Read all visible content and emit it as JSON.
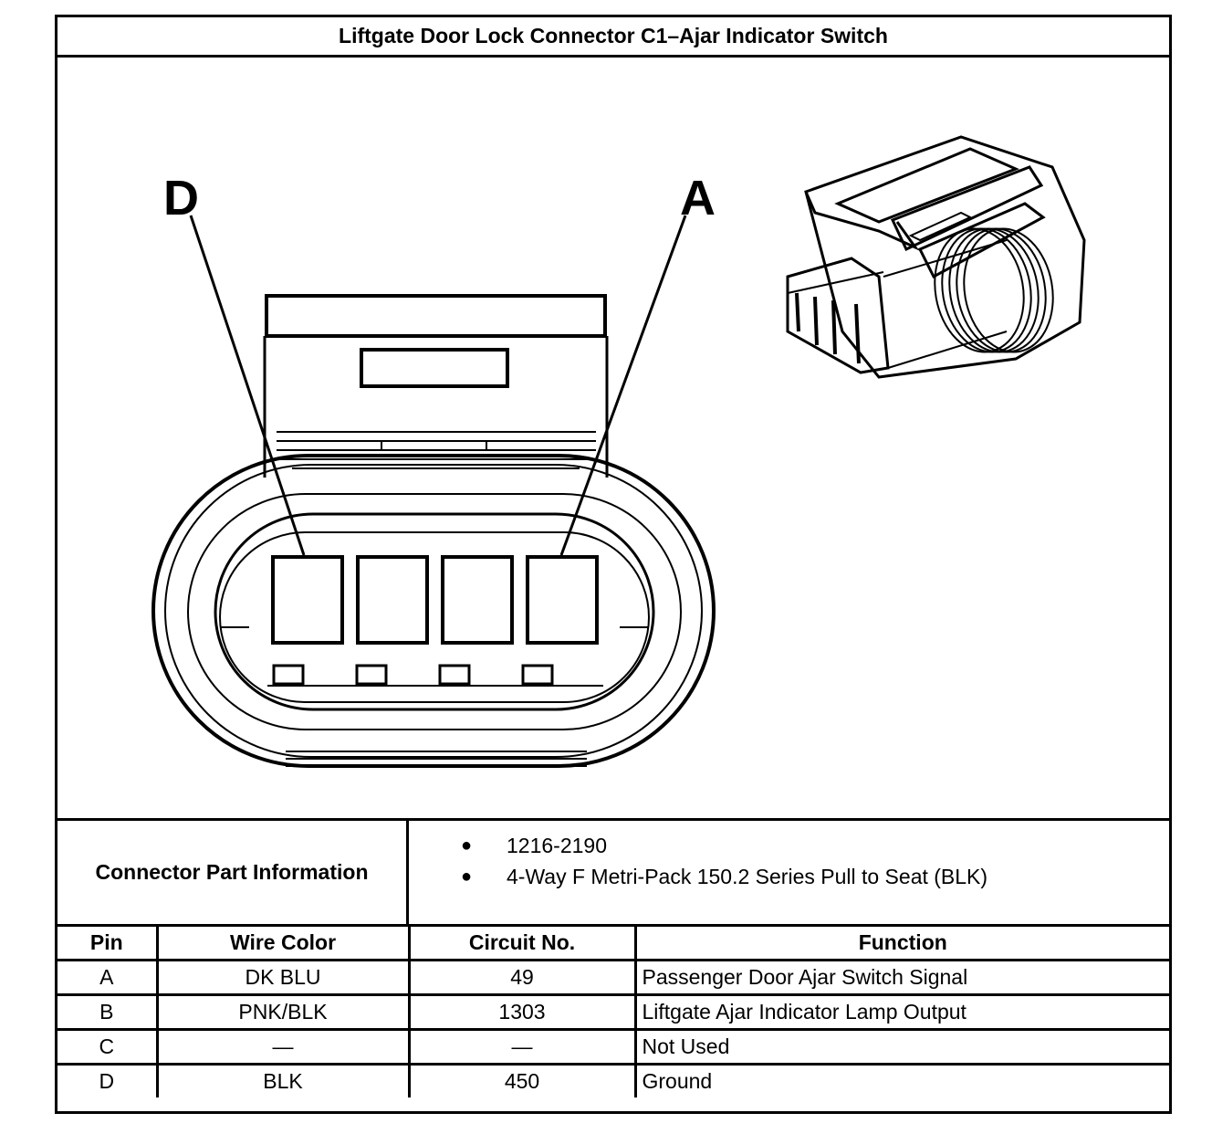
{
  "title": "Liftgate Door Lock Connector C1–Ajar Indicator Switch",
  "diagram": {
    "callouts": [
      {
        "label": "D",
        "icon": "pin-d-callout"
      },
      {
        "label": "A",
        "icon": "pin-a-callout"
      }
    ],
    "icons": [
      "connector-face-view-icon",
      "connector-isometric-icon"
    ]
  },
  "connector_info": {
    "label": "Connector Part Information",
    "items": [
      "1216-2190",
      "4-Way F Metri-Pack 150.2 Series Pull to Seat (BLK)"
    ]
  },
  "pin_table": {
    "headers": [
      "Pin",
      "Wire Color",
      "Circuit No.",
      "Function"
    ],
    "rows": [
      [
        "A",
        "DK BLU",
        "49",
        "Passenger Door Ajar Switch Signal"
      ],
      [
        "B",
        "PNK/BLK",
        "1303",
        "Liftgate Ajar Indicator Lamp Output"
      ],
      [
        "C",
        "—",
        "—",
        "Not Used"
      ],
      [
        "D",
        "BLK",
        "450",
        "Ground"
      ]
    ]
  }
}
